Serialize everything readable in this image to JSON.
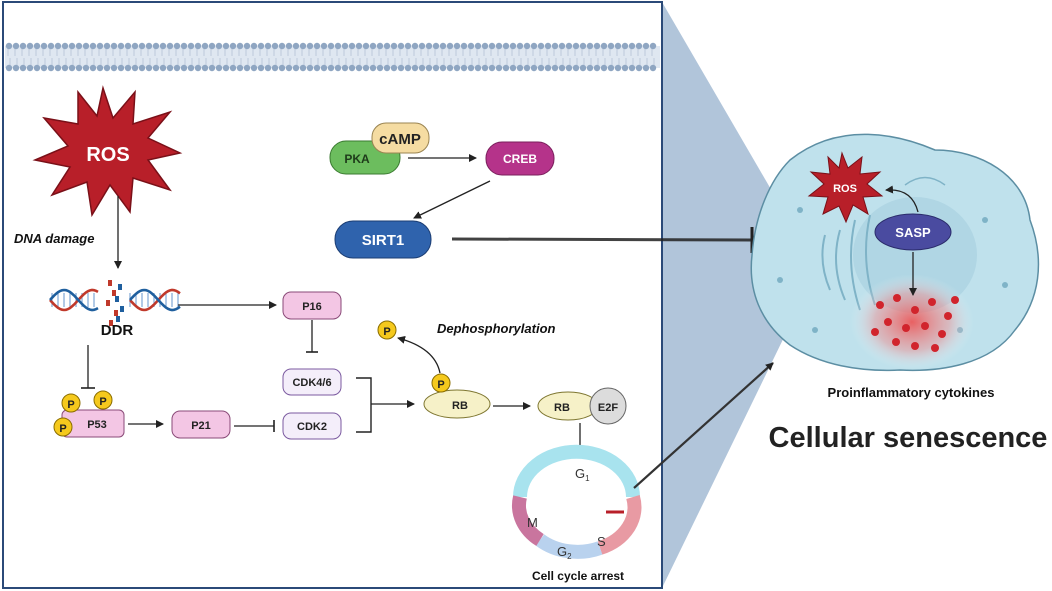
{
  "labels": {
    "ros": "ROS",
    "dna_damage": "DNA damage",
    "ddr": "DDR",
    "pka": "PKA",
    "camp": "cAMP",
    "creb": "CREB",
    "sirt1": "SIRT1",
    "p16": "P16",
    "cdk46": "CDK4/6",
    "cdk2": "CDK2",
    "p53": "P53",
    "p21": "P21",
    "p": "P",
    "dephosphorylation": "Dephosphorylation",
    "rb": "RB",
    "e2f": "E2F",
    "g1": "G",
    "g1_sub": "1",
    "s_phase": "S",
    "g2": "G",
    "g2_sub": "2",
    "m_phase": "M",
    "cell_cycle_arrest": "Cell cycle arrest",
    "cell_ros": "ROS",
    "sasp": "SASP",
    "proinflammatory": "Proinflammatory cytokines",
    "cellular_senescence": "Cellular senescence"
  },
  "colors": {
    "ros": "#b81f29",
    "pka": "#6cbd5e",
    "camp": "#f5dca2",
    "creb": "#b5338a",
    "sirt1": "#2f63ad",
    "p_box": "#f3c6e4",
    "cdk_box": "#f4eefa",
    "rb": "#f6f1c8",
    "phospho": "#f5c91d",
    "cell": "#bfe1ec",
    "sasp": "#4a4ba0",
    "frame": "#2b4a78",
    "projection": "#a8bfd6"
  }
}
